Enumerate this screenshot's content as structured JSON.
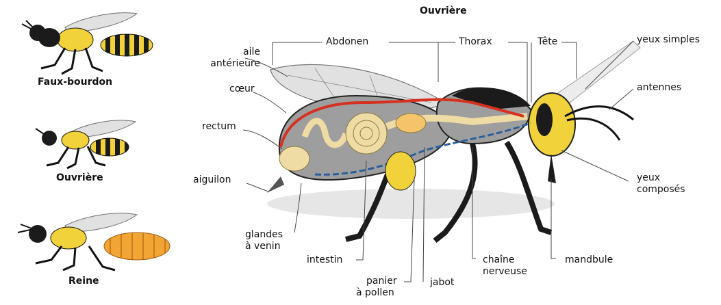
{
  "title": "Ouvrière",
  "castes": [
    {
      "label": "Faux-bourdon"
    },
    {
      "label": "Ouvrière"
    },
    {
      "label": "Reine"
    }
  ],
  "sections": {
    "abdomen": "Abdonen",
    "thorax": "Thorax",
    "head": "Tête"
  },
  "labels": {
    "aile_line1": "aile",
    "aile_line2": "antérieure",
    "coeur": "cœur",
    "rectum": "rectum",
    "aiguilon": "aiguilon",
    "glandes_line1": "glandes",
    "glandes_line2": "à venin",
    "intestin": "intestin",
    "panier_line1": "panier",
    "panier_line2": "à pollen",
    "jabot": "jabot",
    "chaine_line1": "chaîne",
    "chaine_line2": "nerveuse",
    "mandibule": "mandbule",
    "yeux_simples": "yeux simples",
    "antennes": "antennes",
    "yeux_composes_line1": "yeux",
    "yeux_composes_line2": "composés"
  },
  "colors": {
    "yellow": "#f2d23a",
    "black": "#1b1b1b",
    "gray_body": "#9e9e9e",
    "gut": "#efdba4",
    "heart": "#d6301f",
    "nerve": "#2a5f9e",
    "queen_orange": "#f0a535"
  }
}
